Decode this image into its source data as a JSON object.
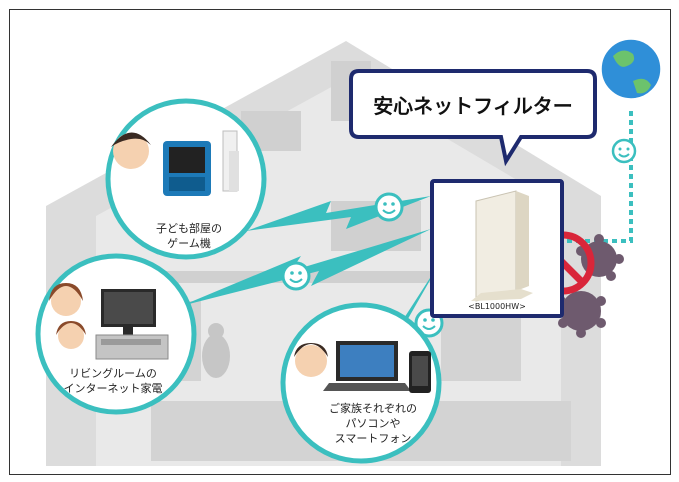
{
  "callout_title": "安心ネットフィルター",
  "router_model": "<BL1000HW>",
  "devices": {
    "game": {
      "line1": "子ども部屋の",
      "line2": "ゲーム機"
    },
    "living": {
      "line1": "リビングルームの",
      "line2": "インターネット家電"
    },
    "family": {
      "line1": "ご家族それぞれの",
      "line2": "パソコンや",
      "line3": "スマートフォン"
    }
  },
  "icons": [
    "globe-icon",
    "smiley-icon",
    "router-icon",
    "virus-icon",
    "prohibited-icon",
    "game-console-icon",
    "tv-icon",
    "laptop-icon",
    "smartphone-icon",
    "wireless-signal-icon"
  ],
  "colors": {
    "teal": "#3bbfbf",
    "navy": "#1e2a6e",
    "house": "#d6d6d6",
    "prohibit": "#d9263a",
    "virus": "#6e5a6e",
    "globe": "#2f8fd8"
  }
}
